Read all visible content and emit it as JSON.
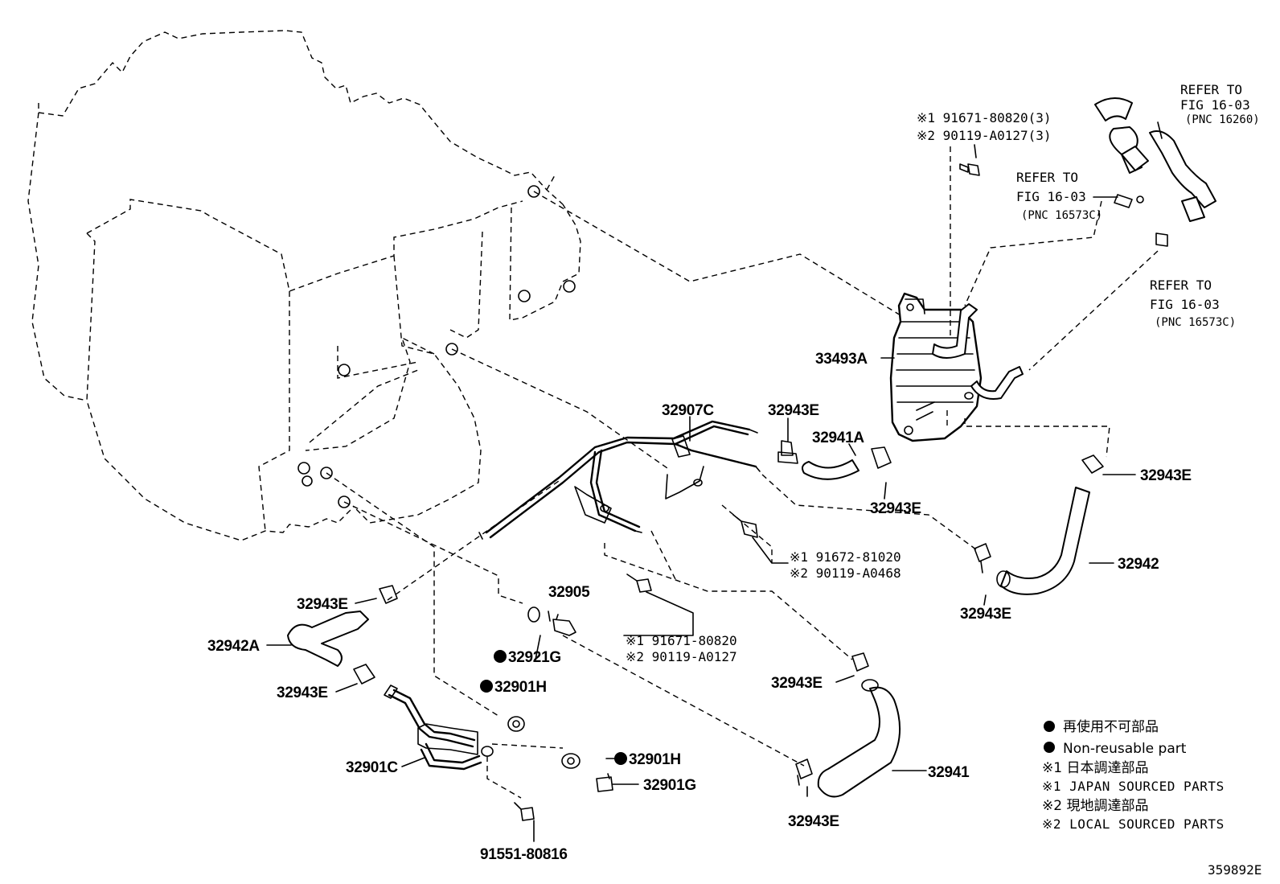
{
  "parts": {
    "p33493A": "33493A",
    "p32907C": "32907C",
    "p32943E_a": "32943E",
    "p32941A": "32941A",
    "p32943E_b": "32943E",
    "p32943E_c": "32943E",
    "p32942": "32942",
    "p32943E_d": "32943E",
    "p32943E_e": "32943E",
    "p32942A": "32942A",
    "p32943E_f": "32943E",
    "p32905": "32905",
    "p32921G": "32921G",
    "p32901H_a": "32901H",
    "p32901H_b": "32901H",
    "p32901C": "32901C",
    "p32901G": "32901G",
    "p91551": "91551-80816",
    "p32943E_g": "32943E",
    "p32943E_h": "32943E",
    "p32941": "32941"
  },
  "notes": {
    "top_bolt_1": "※1 91671-80820(3)",
    "top_bolt_2": "※2 90119-A0127(3)",
    "mid_bolt_1": "※1 91672-81020",
    "mid_bolt_2": "※2 90119-A0468",
    "low_bolt_1": "※1 91671-80820",
    "low_bolt_2": "※2 90119-A0127"
  },
  "refs": {
    "r1_line1": "REFER TO",
    "r1_line2": "FIG 16-03",
    "r1_line3": "(PNC 16260)",
    "r2_line1": "REFER TO",
    "r2_line2": "FIG 16-03",
    "r2_line3": "(PNC 16573C)",
    "r3_line1": "REFER TO",
    "r3_line2": "FIG 16-03",
    "r3_line3": "(PNC 16573C)"
  },
  "legend": {
    "l1": "再使用不可部品",
    "l2": "Non-reusable part",
    "l3": "※1 日本調達部品",
    "l4": "※1 JAPAN SOURCED PARTS",
    "l5": "※2 現地調達部品",
    "l6": "※2 LOCAL SOURCED PARTS"
  },
  "figure_id": "359892E"
}
